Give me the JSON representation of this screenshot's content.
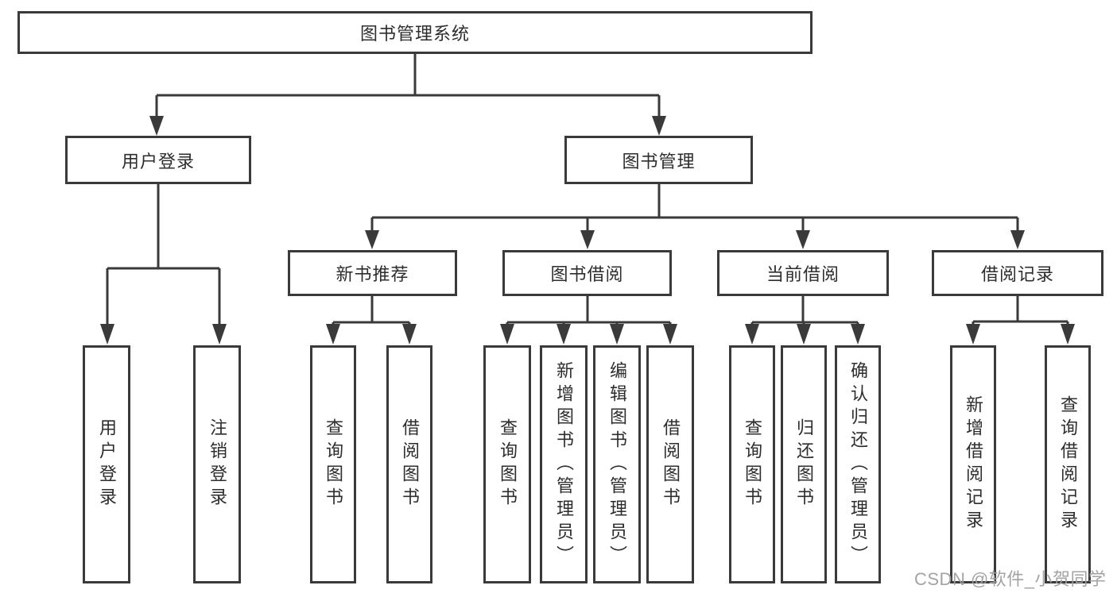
{
  "diagram": {
    "root": {
      "label": "图书管理系统"
    },
    "branches": [
      {
        "label": "用户登录",
        "children": [
          {
            "label": "用户登录"
          },
          {
            "label": "注销登录"
          }
        ]
      },
      {
        "label": "图书管理",
        "children": [
          {
            "label": "新书推荐",
            "children": [
              {
                "label": "查询图书"
              },
              {
                "label": "借阅图书"
              }
            ]
          },
          {
            "label": "图书借阅",
            "children": [
              {
                "label": "查询图书"
              },
              {
                "label": "新增图书（管理员）"
              },
              {
                "label": "编辑图书（管理员）"
              },
              {
                "label": "借阅图书"
              }
            ]
          },
          {
            "label": "当前借阅",
            "children": [
              {
                "label": "查询图书"
              },
              {
                "label": "归还图书"
              },
              {
                "label": "确认归还（管理员）"
              }
            ]
          },
          {
            "label": "借阅记录",
            "children": [
              {
                "label": "新增借阅记录"
              },
              {
                "label": "查询借阅记录"
              }
            ]
          }
        ]
      }
    ]
  },
  "watermark": {
    "text": "CSDN @软件_小贺同学"
  },
  "colors": {
    "line": "#3a3a3a",
    "text": "#2d2d2d",
    "background": "#ffffff",
    "watermark": "#9e9e9e"
  }
}
